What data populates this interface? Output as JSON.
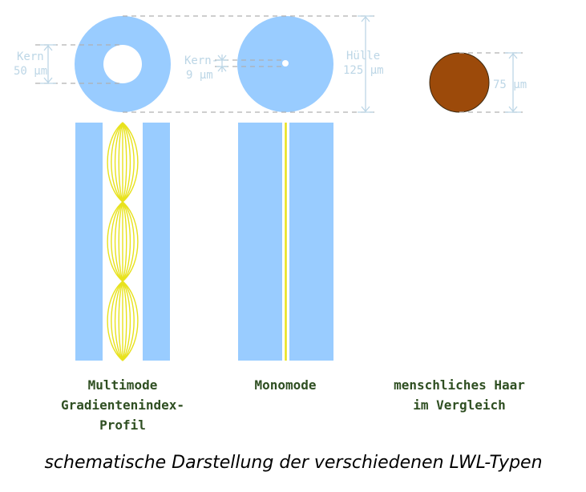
{
  "multimode": {
    "core_label": "Kern",
    "core_value": "50 µm",
    "name_line1": "Multimode",
    "name_line2": "Gradientenindex-",
    "name_line3": "Profil"
  },
  "monomode": {
    "core_label": "Kern-",
    "core_value": "9 µm",
    "cladding_label": "Hülle",
    "cladding_value": "125 µm",
    "name_line1": "Monomode"
  },
  "hair": {
    "diameter_value": "75 µm",
    "name_line1": "menschliches Haar",
    "name_line2": "im Vergleich"
  },
  "caption": "schematische Darstellung der verschiedenen LWL-Typen",
  "colors": {
    "cladding": "#99ccff",
    "core": "#ffffff",
    "ray": "#e8e21c",
    "hair": "#9c4a0a",
    "dimension": "#bcd6e6",
    "label": "#2f4f22"
  }
}
